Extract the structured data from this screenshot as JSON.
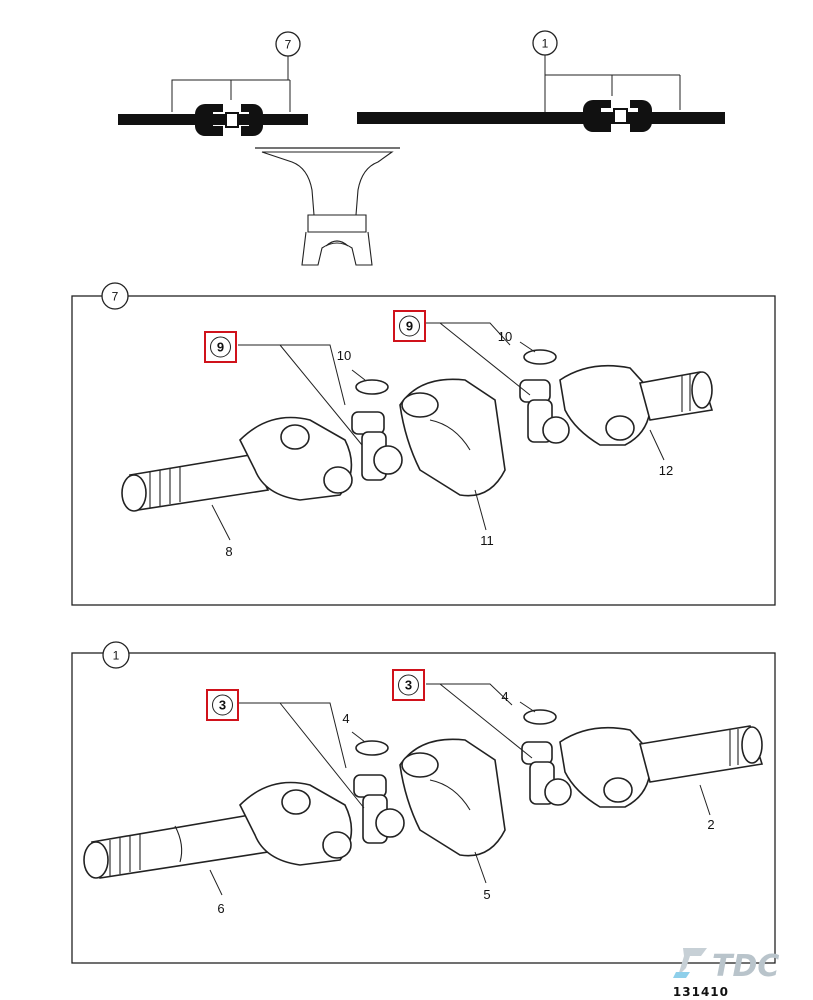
{
  "overview": {
    "callout_left": "7",
    "callout_right": "1"
  },
  "panels": [
    {
      "id": "7",
      "highlighted_labels": [
        "9",
        "9"
      ],
      "labels": [
        "10",
        "10",
        "12",
        "8",
        "11"
      ]
    },
    {
      "id": "1",
      "highlighted_labels": [
        "3",
        "3"
      ],
      "labels": [
        "4",
        "4",
        "2",
        "6",
        "5"
      ]
    }
  ],
  "footer": {
    "watermark": "TDC",
    "drawing_number": "131410"
  },
  "colors": {
    "highlight": "#d0121b",
    "watermark": "#b9c4cb",
    "line": "#222222"
  }
}
